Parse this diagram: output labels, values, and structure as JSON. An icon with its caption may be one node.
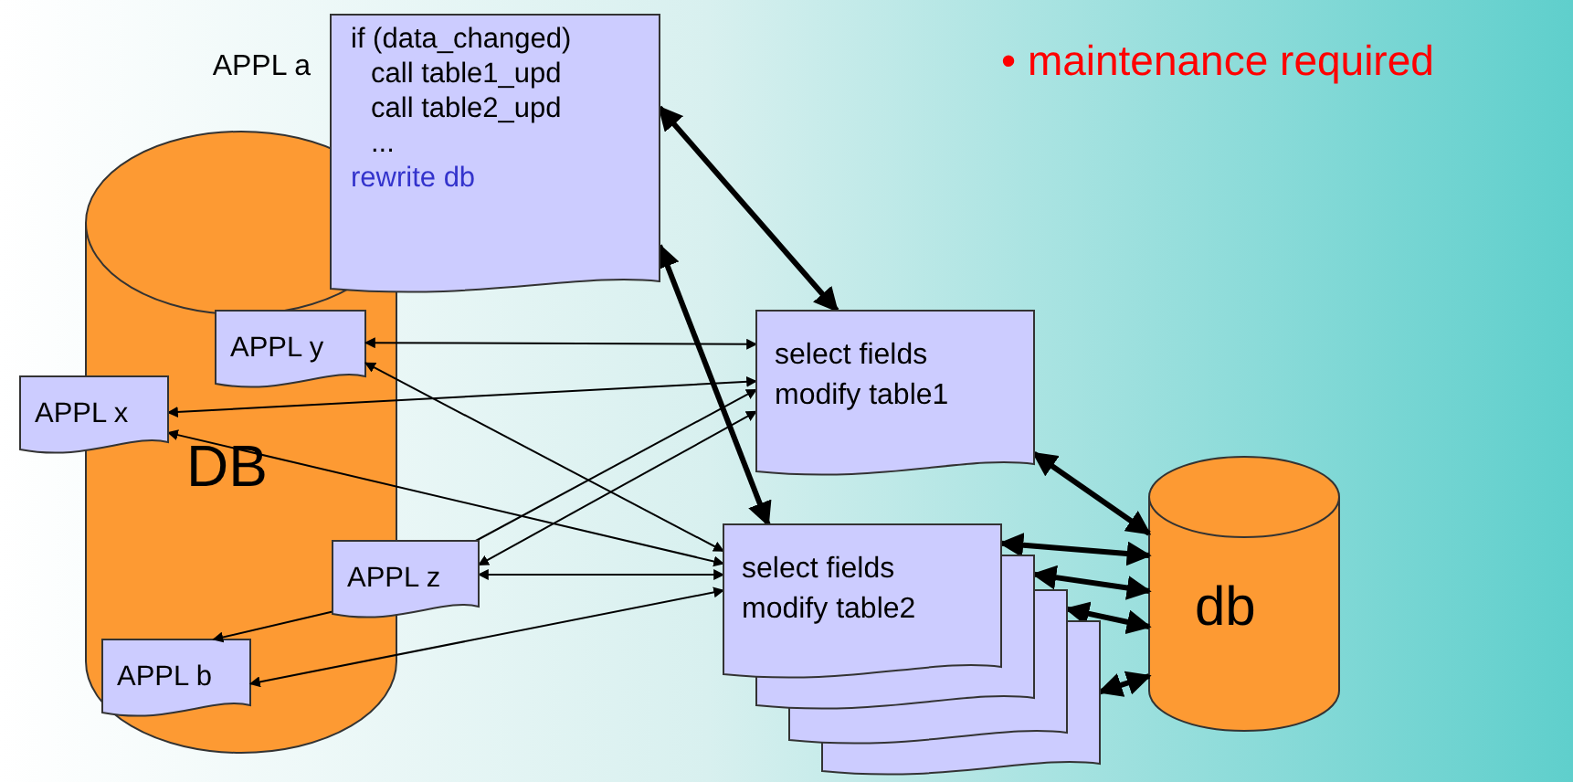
{
  "diagram": {
    "nodes": [
      {
        "text": [
          "DB"
        ]
      },
      {
        "text": [
          "if (data_changed)",
          "call table1_upd",
          "call table2_upd",
          "...",
          "rewrite db"
        ],
        "beside": [
          "APPL a"
        ]
      },
      {
        "text": [
          "APPL y"
        ],
        "in": 0
      },
      {
        "text": [
          "APPL x"
        ]
      },
      {
        "text": [
          "select fields modify table1"
        ]
      },
      {
        "text": [
          "APPL z"
        ]
      },
      {
        "text": [
          "select fields modify table2"
        ]
      },
      {
        "text": [],
        "shape": "box"
      },
      {
        "text": [],
        "shape": "box"
      },
      {
        "text": [],
        "shape": "box"
      },
      {
        "text": [
          "APPL b"
        ],
        "in": 0
      },
      {
        "text": [
          "db"
        ]
      }
    ],
    "edges": [
      {
        "from": 1,
        "to": 4,
        "arrow": "both",
        "style": "thick"
      },
      {
        "from": 1,
        "to": 6,
        "arrow": "both",
        "style": "thick"
      },
      {
        "from": 2,
        "to": 4,
        "arrow": "both"
      },
      {
        "from": 3,
        "to": 4,
        "arrow": "both"
      },
      {
        "from": 2,
        "to": 6,
        "arrow": "both"
      },
      {
        "from": 3,
        "to": 6,
        "arrow": "both"
      },
      {
        "from": 5,
        "to": 4,
        "arrow": "to"
      },
      {
        "from": 5,
        "to": 4,
        "arrow": "both"
      },
      {
        "from": 5,
        "to": 6,
        "arrow": "both"
      },
      {
        "from": 5,
        "to": 10,
        "arrow": "to"
      },
      {
        "from": 6,
        "to": 10,
        "arrow": "both"
      },
      {
        "from": 4,
        "to": 11,
        "arrow": "both",
        "style": "thick"
      },
      {
        "from": 6,
        "to": 11,
        "arrow": "both",
        "style": "thick"
      },
      {
        "from": 7,
        "to": 11,
        "arrow": "both",
        "style": "thick"
      },
      {
        "from": 8,
        "to": 11,
        "arrow": "both",
        "style": "thick"
      },
      {
        "from": 9,
        "to": 11,
        "arrow": "both",
        "style": "thick"
      }
    ],
    "labels": [
      "• maintenance required"
    ]
  }
}
